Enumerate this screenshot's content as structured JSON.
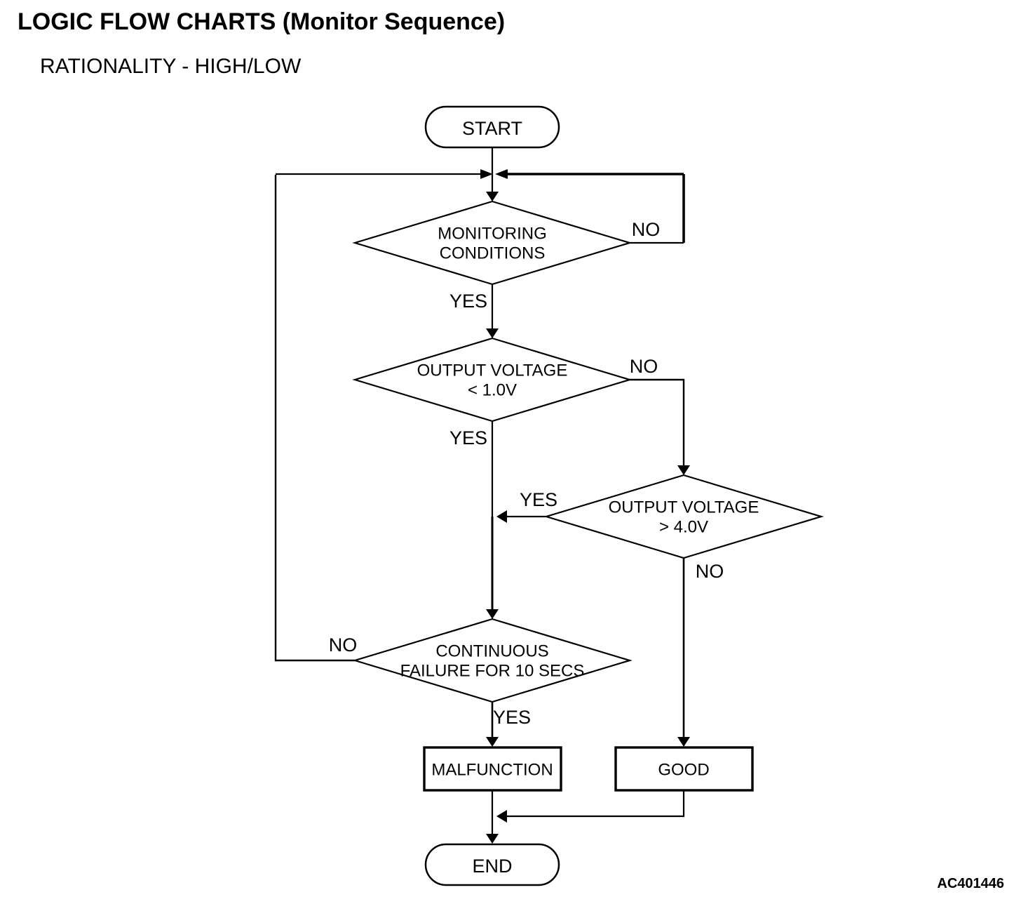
{
  "page": {
    "title": "LOGIC FLOW CHARTS (Monitor Sequence)",
    "subtitle": "RATIONALITY - HIGH/LOW",
    "figure_code": "AC401446"
  },
  "flowchart": {
    "start_label": "START",
    "end_label": "END",
    "decisions": [
      {
        "name": "monitoring-conditions",
        "line1": "MONITORING",
        "line2": "CONDITIONS",
        "yes_label": "YES",
        "no_label": "NO"
      },
      {
        "name": "output-voltage-below-1v",
        "line1": "OUTPUT VOLTAGE",
        "line2": "< 1.0V",
        "yes_label": "YES",
        "no_label": "NO"
      },
      {
        "name": "output-voltage-above-4v",
        "line1": "OUTPUT VOLTAGE",
        "line2": "> 4.0V",
        "yes_label": "YES",
        "no_label": "NO"
      },
      {
        "name": "continuous-failure-10-secs",
        "line1": "CONTINUOUS",
        "line2": "FAILURE FOR 10 SECS",
        "yes_label": "YES",
        "no_label": "NO"
      }
    ],
    "results": [
      {
        "name": "malfunction",
        "label": "MALFUNCTION"
      },
      {
        "name": "good",
        "label": "GOOD"
      }
    ],
    "colors": {
      "line": "#000000",
      "text": "#000000",
      "background": "#ffffff"
    }
  }
}
